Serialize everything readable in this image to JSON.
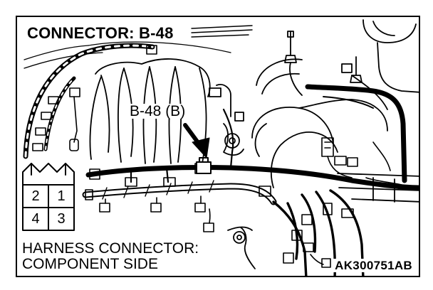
{
  "title": "CONNECTOR: B-48",
  "callout_label": "B-48 (B)",
  "caption": {
    "line1": "HARNESS CONNECTOR:",
    "line2": "COMPONENT SIDE"
  },
  "reference_code": "AK300751AB",
  "connector_pins": [
    "2",
    "1",
    "4",
    "3"
  ]
}
